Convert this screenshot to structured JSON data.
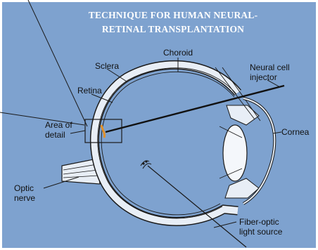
{
  "title_line1": "TECHNIQUE FOR HUMAN NEURAL-",
  "title_line2": "RETINAL TRANSPLANTATION",
  "labels": {
    "sclera": "Sclera",
    "choroid": "Choroid",
    "retina": "Retina",
    "neural_cell_injector_line1": "Neural cell",
    "neural_cell_injector_line2": "injector",
    "area_of_detail_line1": "Area of",
    "area_of_detail_line2": "detail",
    "cornea": "Cornea",
    "optic_nerve_line1": "Optic",
    "optic_nerve_line2": "nerve",
    "fiber_optic_line1": "Fiber-optic",
    "fiber_optic_line2": "light source"
  },
  "colors": {
    "background": "#7ea2cf",
    "eye_wall": "#e8eef6",
    "outline": "#1a1a1a",
    "lens": "#f4f7fb",
    "detail": "#e0902a"
  }
}
